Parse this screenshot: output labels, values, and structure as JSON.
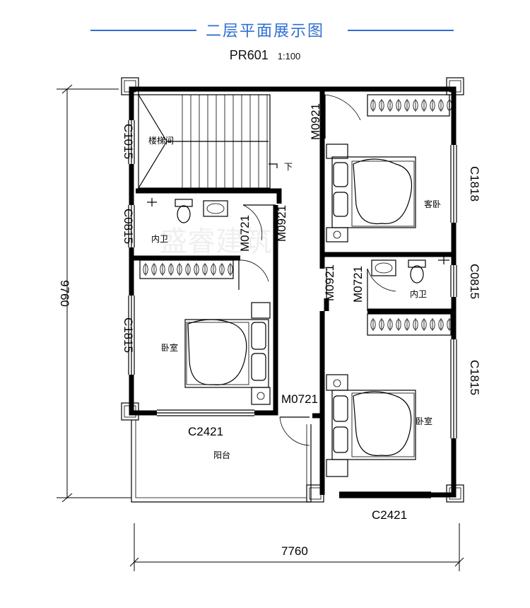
{
  "header": {
    "title": "二层平面展示图",
    "code": "PR601",
    "scale": "1:100",
    "accent_color": "#2f6fd1"
  },
  "plan": {
    "rooms": {
      "stair": "楼梯间",
      "stair_down": "下",
      "guest_bedroom": "客卧",
      "bath_left": "内卫",
      "bath_right": "内卫",
      "bedroom_left": "卧室",
      "bedroom_right": "卧室",
      "balcony": "阳台"
    },
    "windows": {
      "stair": "C1015",
      "bath_left": "C0815",
      "bed_left": "C1815",
      "guest": "C1818",
      "bath_right": "C0815",
      "bed_right": "C1815",
      "balcony": "C2421",
      "bottom_right": "C2421"
    },
    "doors": {
      "guest": "M0921",
      "bath_left": "M0721",
      "bed_left": "M0921",
      "bath_right": "M0721",
      "bed_right": "M0921",
      "balcony": "M0721"
    },
    "dimensions": {
      "height": "9760",
      "width": "7760"
    },
    "watermark": "盛睿建筑"
  }
}
